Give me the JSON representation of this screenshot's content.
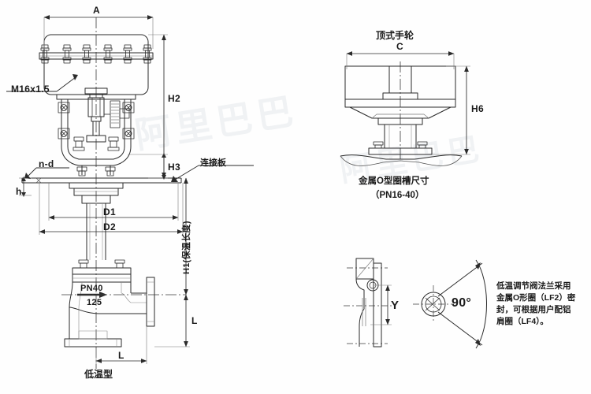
{
  "drawing": {
    "title_bottom_left": "低温型",
    "handwheel_title": "顶式手轮",
    "oring_caption_line1": "金属O型圈槽尺寸",
    "oring_caption_line2": "（PN16-40）",
    "note_lines": [
      "低温调节阀法兰采用",
      "金属O形圈（LF2）密",
      "封，可根据用户配铝",
      "肩圈（LF4）。"
    ],
    "watermark": "阿里巴巴"
  },
  "dimensions": {
    "A": "A",
    "H2": "H2",
    "H3": "H3",
    "H1": "H1(保温长度)",
    "h": "h",
    "D1": "D1",
    "D2": "D2",
    "L_vertical": "L",
    "L_horizontal": "L",
    "C": "C",
    "H6": "H6",
    "Y": "Y",
    "angle": "90°"
  },
  "callouts": {
    "thread": "M16x1.5",
    "bolt_pattern": "n-d",
    "connection_plate": "连接板",
    "pressure_rating": "PN40",
    "size": "125"
  },
  "colors": {
    "line": "#2b2b2b",
    "thin": "#555555",
    "center": "#3a3a3a",
    "text": "#111111"
  }
}
